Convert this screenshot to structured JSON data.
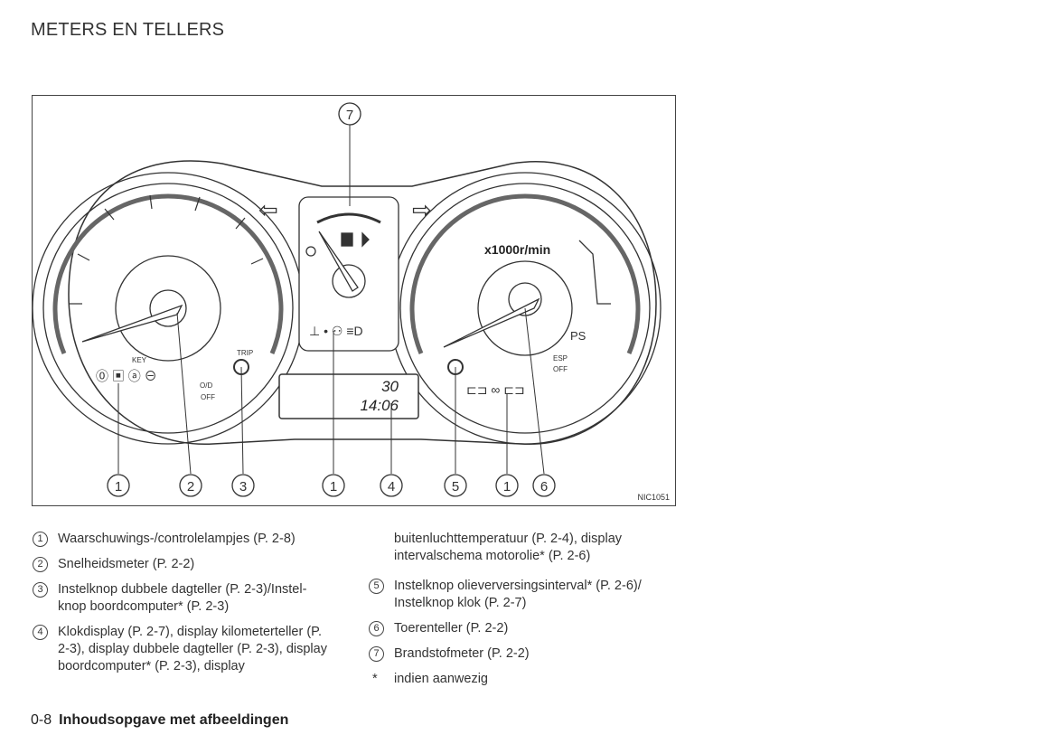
{
  "header": {
    "title": "METERS EN TELLERS"
  },
  "figure": {
    "code": "NIC1051",
    "tach_label": "x1000r/min",
    "lcd_line1": "30",
    "lcd_line2": "14:06",
    "icon_labels": {
      "key": "KEY",
      "trip": "TRIP",
      "od": "O/D",
      "off": "OFF",
      "esp": "ESP",
      "esp_off": "OFF",
      "ps": "PS"
    },
    "callouts": [
      "1",
      "2",
      "3",
      "1",
      "4",
      "5",
      "1",
      "6",
      "7"
    ]
  },
  "legend": {
    "left": [
      {
        "num": "1",
        "text": "Waarschuwings-/controlelampjes (P. 2-8)"
      },
      {
        "num": "2",
        "text": "Snelheidsmeter (P. 2-2)"
      },
      {
        "num": "3",
        "text": "Instelknop dubbele dagteller (P. 2-3)/Instel-knop boordcomputer* (P. 2-3)"
      },
      {
        "num": "4",
        "text": "Klokdisplay (P. 2-7), display kilometerteller (P. 2-3), display dubbele dagteller (P. 2-3), display boordcomputer* (P. 2-3), display"
      }
    ],
    "right_continuation": "buitenluchttemperatuur (P. 2-4), display intervalschema motorolie* (P. 2-6)",
    "right": [
      {
        "num": "5",
        "text": "Instelknop olieverversingsinterval* (P. 2-6)/ Instelknop klok (P. 2-7)"
      },
      {
        "num": "6",
        "text": "Toerenteller (P. 2-2)"
      },
      {
        "num": "7",
        "text": "Brandstofmeter (P. 2-2)"
      }
    ],
    "footnote": {
      "mark": "*",
      "text": "indien aanwezig"
    }
  },
  "footer": {
    "page": "0-8",
    "section": "Inhoudsopgave met afbeeldingen"
  }
}
